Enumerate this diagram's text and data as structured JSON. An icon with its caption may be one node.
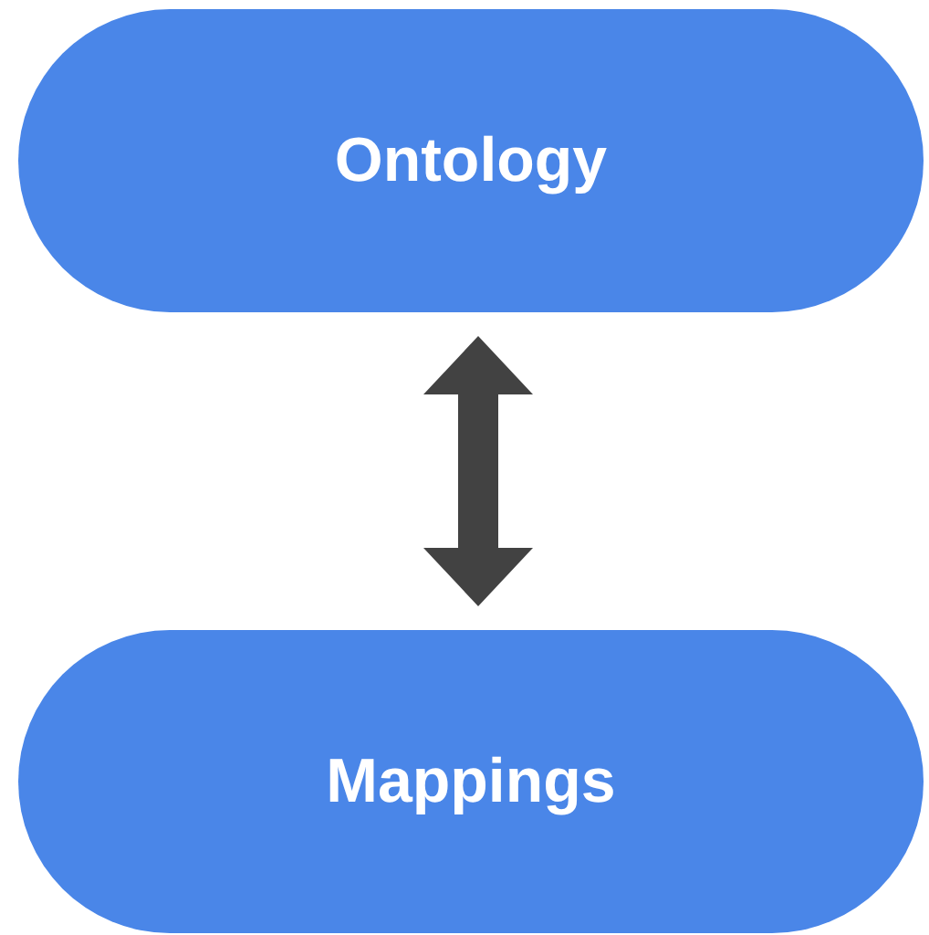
{
  "diagram": {
    "nodes": [
      {
        "text": [
          "Ontology"
        ]
      },
      {
        "text": [
          "Mappings"
        ]
      }
    ],
    "edges": [
      {
        "from": 0,
        "to": 1,
        "arrow": "both"
      }
    ]
  }
}
